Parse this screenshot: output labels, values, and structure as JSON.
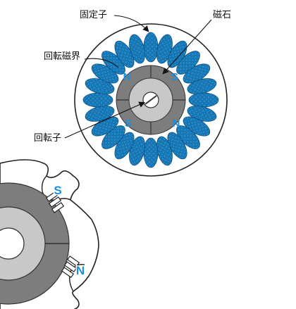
{
  "labels": {
    "stator": "固定子",
    "magnet": "磁石",
    "rotating_field": "回転磁界",
    "rotor": "回転子"
  },
  "poles": {
    "rotor_top_left": "N",
    "rotor_top_right": "S",
    "rotor_bottom_left": "S",
    "rotor_bottom_right": "N",
    "detail_top": "S",
    "detail_bottom": "N"
  },
  "coil_count": 24,
  "colors": {
    "coil": "#1f88c9",
    "coil_outline": "#0d4f80",
    "magnet_ring": "#7d7d7d",
    "rotor_core": "#c8c8c8",
    "pole_text": "#1a8fe0",
    "field_band": "#cfe7f7"
  }
}
